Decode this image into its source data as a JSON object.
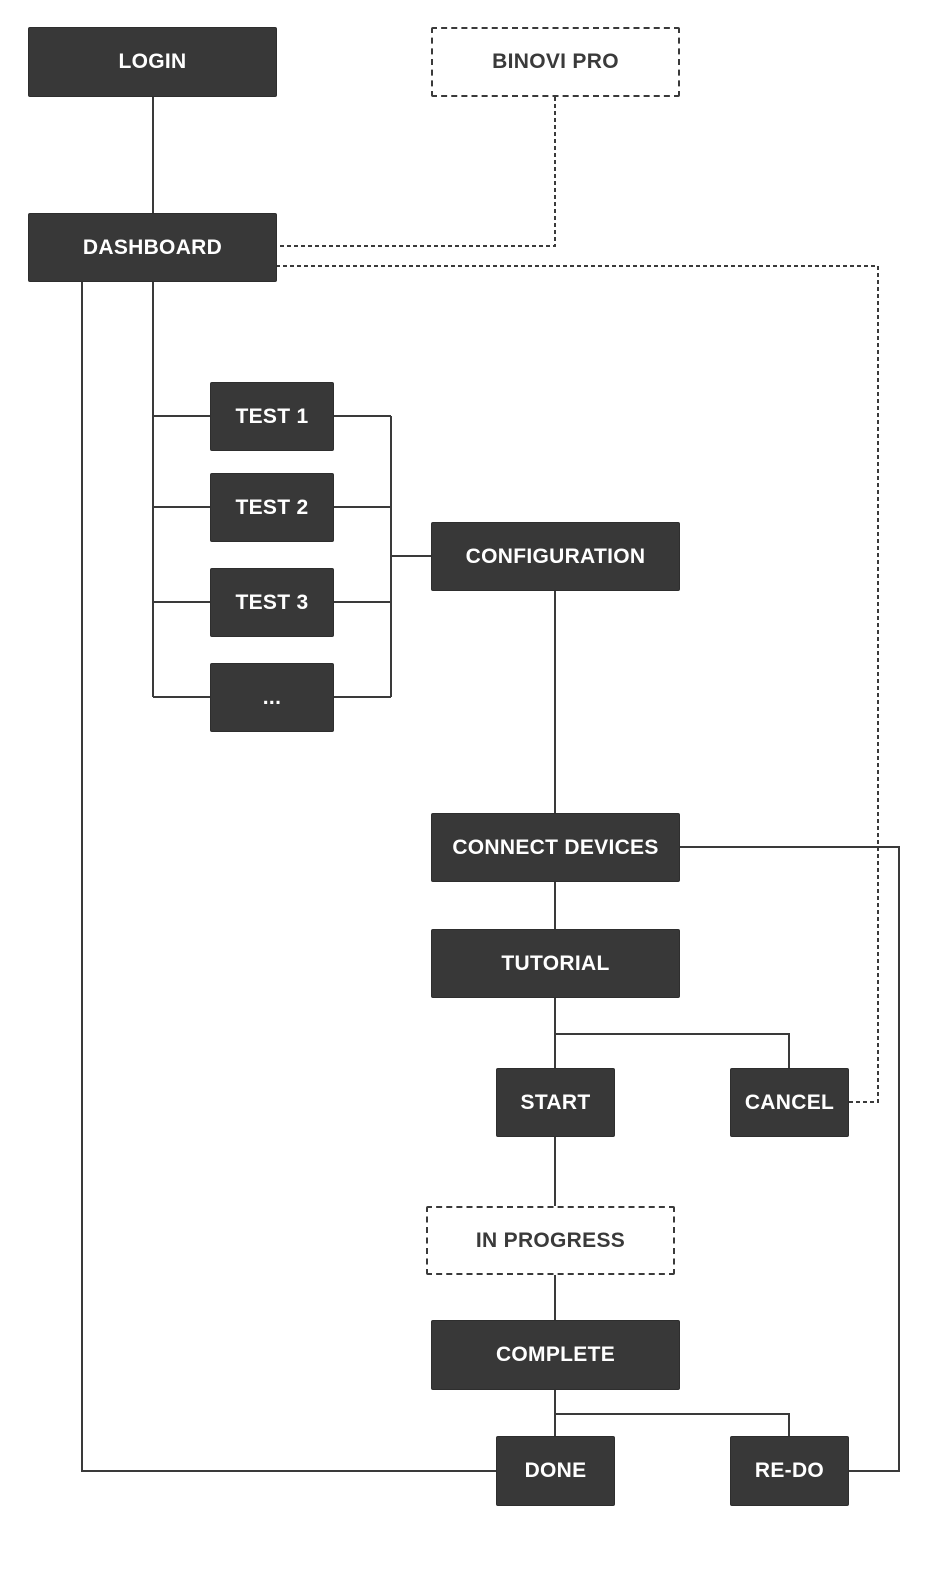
{
  "diagram": {
    "nodes": {
      "login": "LOGIN",
      "binovi_pro": "BINOVI PRO",
      "dashboard": "DASHBOARD",
      "test1": "TEST 1",
      "test2": "TEST 2",
      "test3": "TEST 3",
      "test_more": "...",
      "configuration": "CONFIGURATION",
      "connect_devices": "CONNECT DEVICES",
      "tutorial": "TUTORIAL",
      "start": "START",
      "cancel": "CANCEL",
      "in_progress": "IN PROGRESS",
      "complete": "COMPLETE",
      "done": "DONE",
      "redo": "RE-DO"
    },
    "colors": {
      "node_fill": "#383838",
      "node_text": "#ffffff",
      "dashed_border": "#3a3a3a",
      "line": "#3a3a3a",
      "background": "#ffffff"
    }
  }
}
